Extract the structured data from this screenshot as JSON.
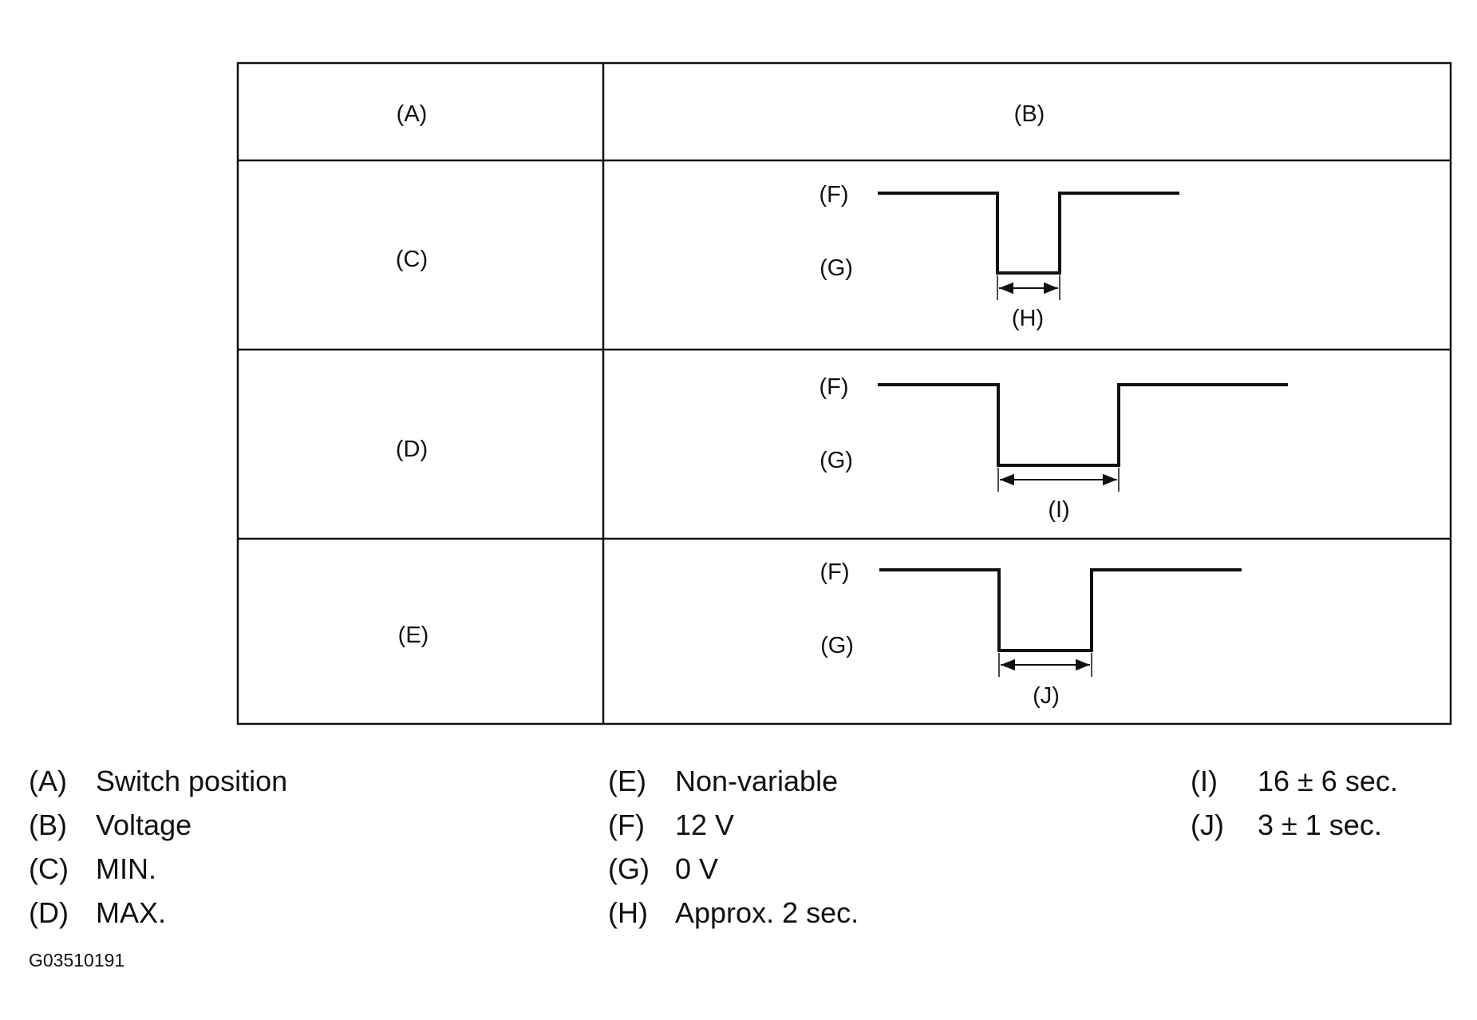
{
  "table": {
    "header": {
      "col_a": "(A)",
      "col_b": "(B)"
    },
    "rows": [
      {
        "position": "(C)",
        "high": "(F)",
        "low": "(G)",
        "duration": "(H)"
      },
      {
        "position": "(D)",
        "high": "(F)",
        "low": "(G)",
        "duration": "(I)"
      },
      {
        "position": "(E)",
        "high": "(F)",
        "low": "(G)",
        "duration": "(J)"
      }
    ]
  },
  "legend": [
    {
      "key": "(A)",
      "text": "Switch position"
    },
    {
      "key": "(B)",
      "text": "Voltage"
    },
    {
      "key": "(C)",
      "text": "MIN."
    },
    {
      "key": "(D)",
      "text": "MAX."
    },
    {
      "key": "(E)",
      "text": "Non-variable"
    },
    {
      "key": "(F)",
      "text": "12 V"
    },
    {
      "key": "(G)",
      "text": "0 V"
    },
    {
      "key": "(H)",
      "text": "Approx. 2 sec."
    },
    {
      "key": "(I)",
      "text": "16 ± 6 sec."
    },
    {
      "key": "(J)",
      "text": "3 ± 1 sec."
    }
  ],
  "figure_id": "G03510191",
  "colors": {
    "line": "#111111",
    "background": "#ffffff"
  }
}
